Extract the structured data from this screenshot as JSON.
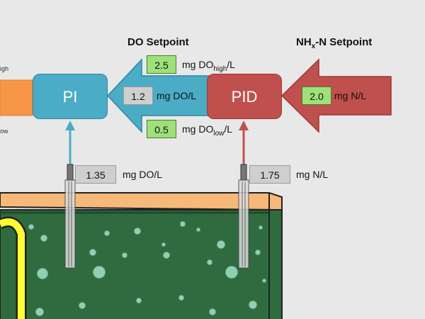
{
  "headers": {
    "do_setpoint": "DO Setpoint",
    "nh_setpoint_prefix": "NH",
    "nh_setpoint_sub": "x",
    "nh_setpoint_suffix": "-N Setpoint"
  },
  "controllers": {
    "pi": {
      "label": "PI",
      "color": "#4bacc6"
    },
    "pid": {
      "label": "PID",
      "color": "#c0504d"
    }
  },
  "do_high": {
    "value": "2.5",
    "unit_prefix": "mg DO",
    "unit_sub": "high",
    "unit_suffix": "/L"
  },
  "do_mid": {
    "value": "1.2",
    "unit": "mg DO/L"
  },
  "do_low": {
    "value": "0.5",
    "unit_prefix": "mg DO",
    "unit_sub": "low",
    "unit_suffix": "/L"
  },
  "nh_setpoint": {
    "value": "2.0",
    "unit": "mg N/L"
  },
  "do_sensor": {
    "value": "1.35",
    "unit": "mg DO/L"
  },
  "nh_sensor": {
    "value": "1.75",
    "unit": "mg N/L"
  },
  "edge_labels": {
    "high": "igh",
    "low": "ow"
  },
  "colors": {
    "orange": "#f79646",
    "blue_arrow": "#4bacc6",
    "red_arrow": "#c0504d",
    "tank_water": "#2f6b3f",
    "tank_top": "#f7b97a",
    "bubble": "#8fd0b0",
    "pipe": "#ffff33"
  }
}
